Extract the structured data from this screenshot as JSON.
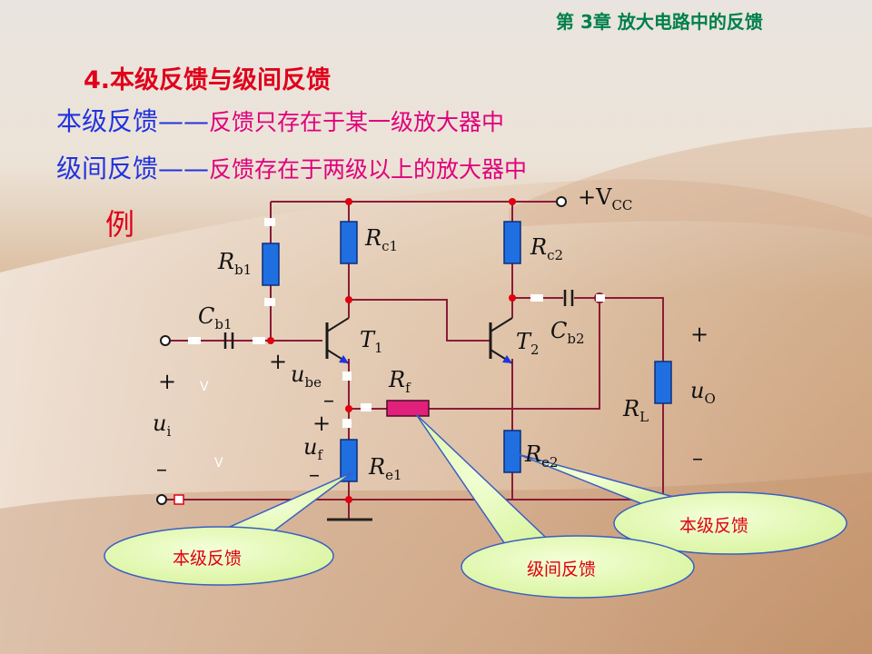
{
  "slide": {
    "chapter_header": "第 3章  放大电路中的反馈",
    "section_title": "4.本级反馈与级间反馈",
    "definitions": [
      {
        "term": "本级反馈",
        "dash": "——",
        "description": "反馈只存在于某一级放大器中"
      },
      {
        "term": "级间反馈",
        "dash": "——",
        "description": "反馈存在于两级以上的放大器中"
      }
    ],
    "example_label": "例"
  },
  "circuit": {
    "vcc": {
      "sign": "+V",
      "sub": "CC"
    },
    "rb1": {
      "main": "R",
      "sub": "b1"
    },
    "rc1": {
      "main": "R",
      "sub": "c1"
    },
    "rc2": {
      "main": "R",
      "sub": "c2"
    },
    "cb1": {
      "main": "C",
      "sub": "b1"
    },
    "cb2": {
      "main": "C",
      "sub": "b2"
    },
    "t1": {
      "main": "T",
      "sub": "1"
    },
    "t2": {
      "main": "T",
      "sub": "2"
    },
    "rf": {
      "main": "R",
      "sub": "f"
    },
    "re1": {
      "main": "R",
      "sub": "e1"
    },
    "re2": {
      "main": "R",
      "sub": "e2"
    },
    "rl": {
      "main": "R",
      "sub": "L"
    },
    "ube": {
      "main": "u",
      "sub": "be"
    },
    "uf": {
      "main": "u",
      "sub": "f"
    },
    "ui": {
      "main": "u",
      "sub": "i"
    },
    "uo": {
      "main": "u",
      "sub": "O"
    },
    "plus": "+",
    "minus": "–",
    "tick": "V"
  },
  "callouts": {
    "local_right": "本级反馈",
    "local_left": "本级反馈",
    "interstage": "级间反馈"
  },
  "colors": {
    "wire": "#8a1c38",
    "resistor": "#1f6fe0",
    "feedback_resistor": "#e0207a",
    "node": "#e00010",
    "callout_fill": "#e6ffb4",
    "callout_stroke": "#3a5fc0",
    "chapter_text": "#00804a",
    "title_text": "#e0001a",
    "term_text": "#2233dd",
    "desc_text": "#e0007a"
  }
}
